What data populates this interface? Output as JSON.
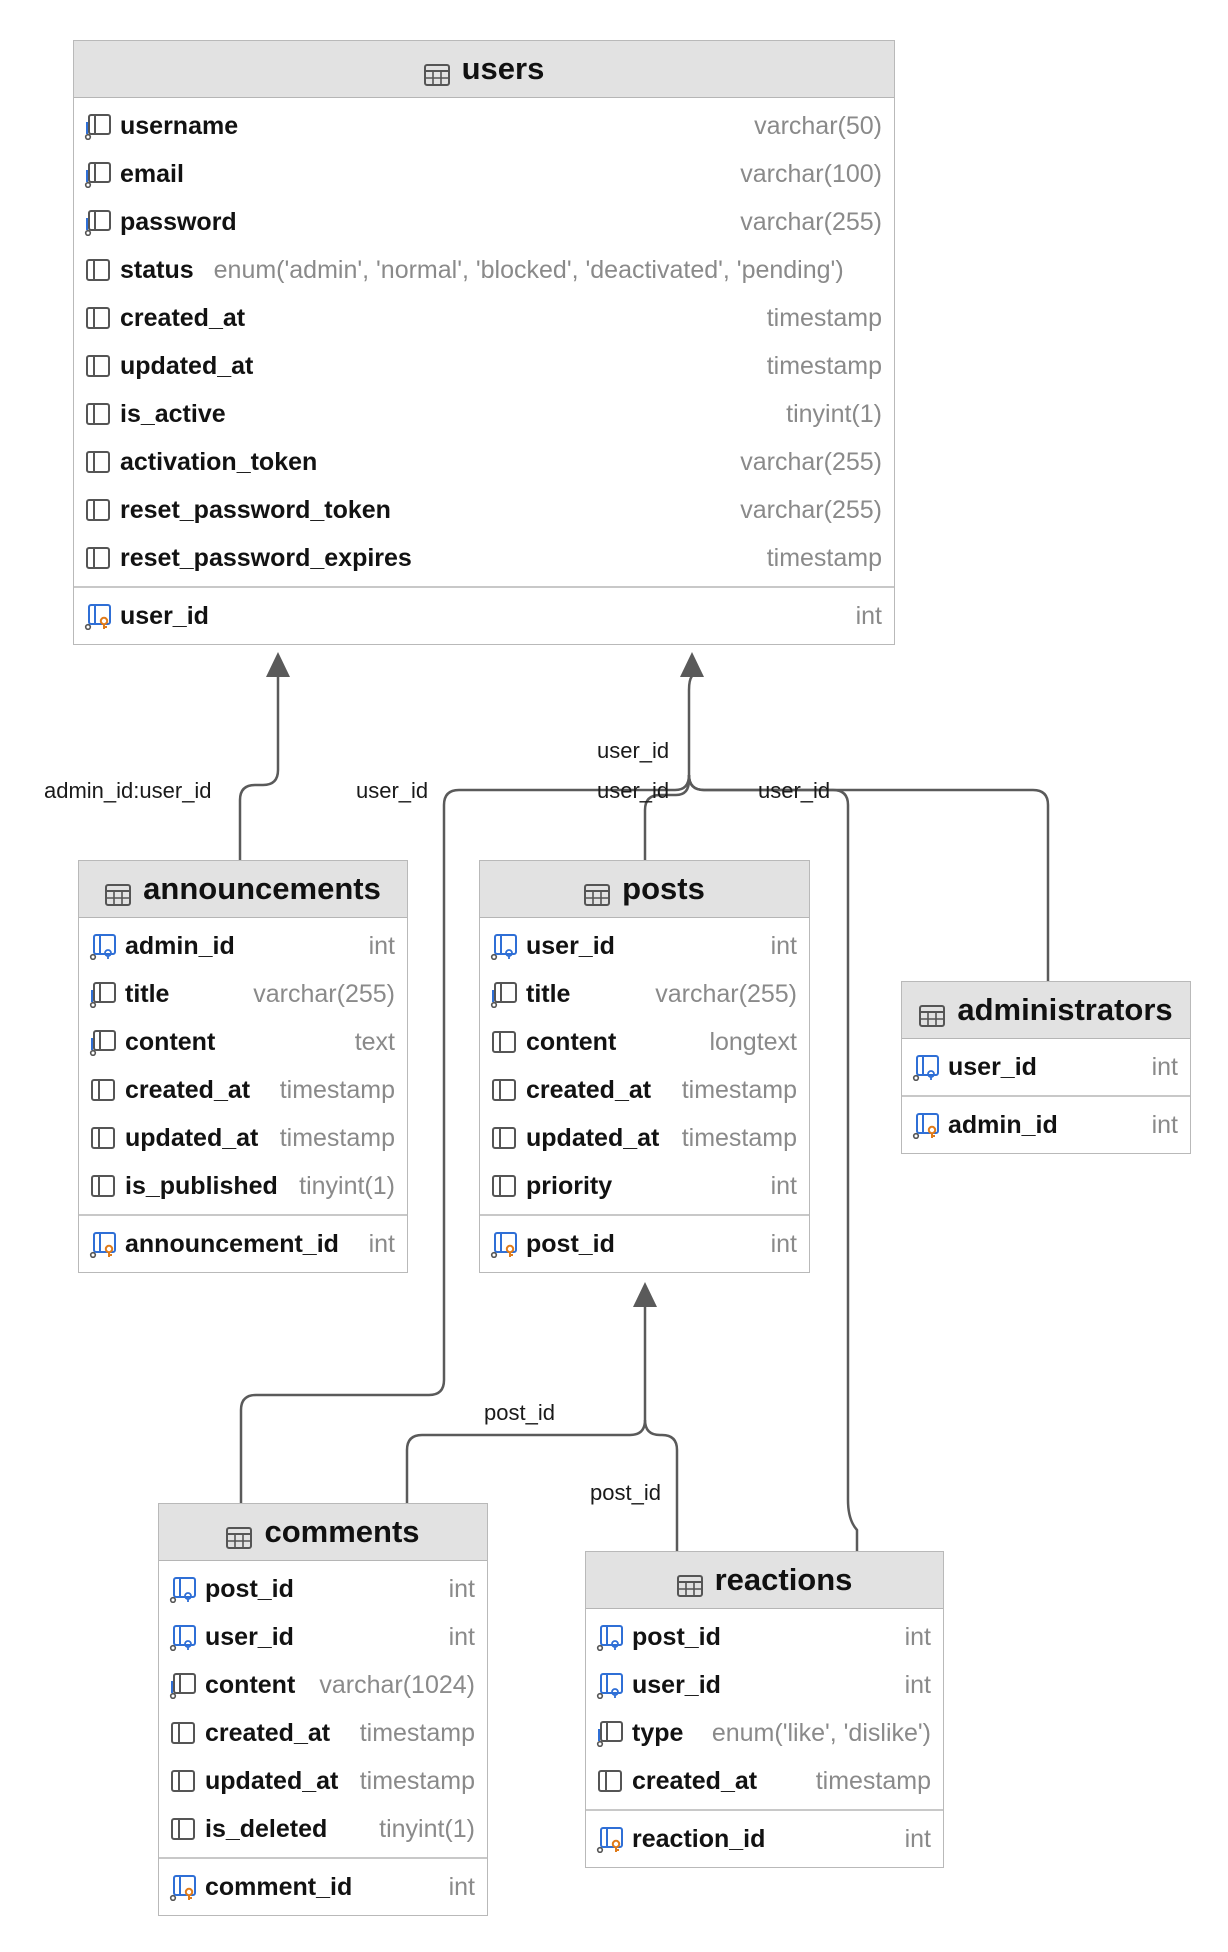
{
  "colors": {
    "header_bg": "#e2e2e2",
    "border": "#b9b9b9",
    "connector": "#5a5a5a",
    "type_text": "#8a8a8a",
    "fk_icon": "#2f6fd6",
    "pk_key_icon": "#e07b1a"
  },
  "entities": {
    "users": {
      "name": "users",
      "columns": [
        {
          "name": "username",
          "type": "varchar(50)",
          "icon": "column-index-icon"
        },
        {
          "name": "email",
          "type": "varchar(100)",
          "icon": "column-index-icon"
        },
        {
          "name": "password",
          "type": "varchar(255)",
          "icon": "column-index-icon"
        },
        {
          "name": "status",
          "type": "enum('admin', 'normal', 'blocked', 'deactivated', 'pending')",
          "icon": "column-icon"
        },
        {
          "name": "created_at",
          "type": "timestamp",
          "icon": "column-icon"
        },
        {
          "name": "updated_at",
          "type": "timestamp",
          "icon": "column-icon"
        },
        {
          "name": "is_active",
          "type": "tinyint(1)",
          "icon": "column-icon"
        },
        {
          "name": "activation_token",
          "type": "varchar(255)",
          "icon": "column-icon"
        },
        {
          "name": "reset_password_token",
          "type": "varchar(255)",
          "icon": "column-icon"
        },
        {
          "name": "reset_password_expires",
          "type": "timestamp",
          "icon": "column-icon"
        }
      ],
      "pk": [
        {
          "name": "user_id",
          "type": "int",
          "icon": "primary-key-icon"
        }
      ]
    },
    "announcements": {
      "name": "announcements",
      "columns": [
        {
          "name": "admin_id",
          "type": "int",
          "icon": "foreign-key-icon"
        },
        {
          "name": "title",
          "type": "varchar(255)",
          "icon": "column-index-icon"
        },
        {
          "name": "content",
          "type": "text",
          "icon": "column-index-icon"
        },
        {
          "name": "created_at",
          "type": "timestamp",
          "icon": "column-icon"
        },
        {
          "name": "updated_at",
          "type": "timestamp",
          "icon": "column-icon"
        },
        {
          "name": "is_published",
          "type": "tinyint(1)",
          "icon": "column-icon"
        }
      ],
      "pk": [
        {
          "name": "announcement_id",
          "type": "int",
          "icon": "primary-key-icon"
        }
      ]
    },
    "posts": {
      "name": "posts",
      "columns": [
        {
          "name": "user_id",
          "type": "int",
          "icon": "foreign-key-icon"
        },
        {
          "name": "title",
          "type": "varchar(255)",
          "icon": "column-index-icon"
        },
        {
          "name": "content",
          "type": "longtext",
          "icon": "column-icon"
        },
        {
          "name": "created_at",
          "type": "timestamp",
          "icon": "column-icon"
        },
        {
          "name": "updated_at",
          "type": "timestamp",
          "icon": "column-icon"
        },
        {
          "name": "priority",
          "type": "int",
          "icon": "column-icon"
        }
      ],
      "pk": [
        {
          "name": "post_id",
          "type": "int",
          "icon": "primary-key-icon"
        }
      ]
    },
    "administrators": {
      "name": "administrators",
      "columns": [
        {
          "name": "user_id",
          "type": "int",
          "icon": "foreign-key-icon"
        }
      ],
      "pk": [
        {
          "name": "admin_id",
          "type": "int",
          "icon": "primary-key-icon"
        }
      ]
    },
    "comments": {
      "name": "comments",
      "columns": [
        {
          "name": "post_id",
          "type": "int",
          "icon": "foreign-key-icon"
        },
        {
          "name": "user_id",
          "type": "int",
          "icon": "foreign-key-icon"
        },
        {
          "name": "content",
          "type": "varchar(1024)",
          "icon": "column-index-icon"
        },
        {
          "name": "created_at",
          "type": "timestamp",
          "icon": "column-icon"
        },
        {
          "name": "updated_at",
          "type": "timestamp",
          "icon": "column-icon"
        },
        {
          "name": "is_deleted",
          "type": "tinyint(1)",
          "icon": "column-icon"
        }
      ],
      "pk": [
        {
          "name": "comment_id",
          "type": "int",
          "icon": "primary-key-icon"
        }
      ]
    },
    "reactions": {
      "name": "reactions",
      "columns": [
        {
          "name": "post_id",
          "type": "int",
          "icon": "foreign-key-icon"
        },
        {
          "name": "user_id",
          "type": "int",
          "icon": "foreign-key-icon"
        },
        {
          "name": "type",
          "type": "enum('like', 'dislike')",
          "icon": "column-index-icon"
        },
        {
          "name": "created_at",
          "type": "timestamp",
          "icon": "column-icon"
        }
      ],
      "pk": [
        {
          "name": "reaction_id",
          "type": "int",
          "icon": "primary-key-icon"
        }
      ]
    }
  },
  "relationships": [
    {
      "from": "announcements",
      "to": "users",
      "label": "admin_id:user_id"
    },
    {
      "from": "comments",
      "to": "users",
      "label": "user_id"
    },
    {
      "from": "administrators",
      "to": "users",
      "label": "user_id"
    },
    {
      "from": "posts",
      "to": "users",
      "label": "user_id"
    },
    {
      "from": "reactions",
      "to": "users",
      "label": "user_id"
    },
    {
      "from": "comments",
      "to": "posts",
      "label": "post_id"
    },
    {
      "from": "reactions",
      "to": "posts",
      "label": "post_id"
    }
  ],
  "labels": {
    "rel_admin": "admin_id:user_id",
    "rel_comments_user": "user_id",
    "rel_admins_user_top": "user_id",
    "rel_posts_user": "user_id",
    "rel_reactions_user": "user_id",
    "rel_comments_post": "post_id",
    "rel_reactions_post": "post_id"
  }
}
